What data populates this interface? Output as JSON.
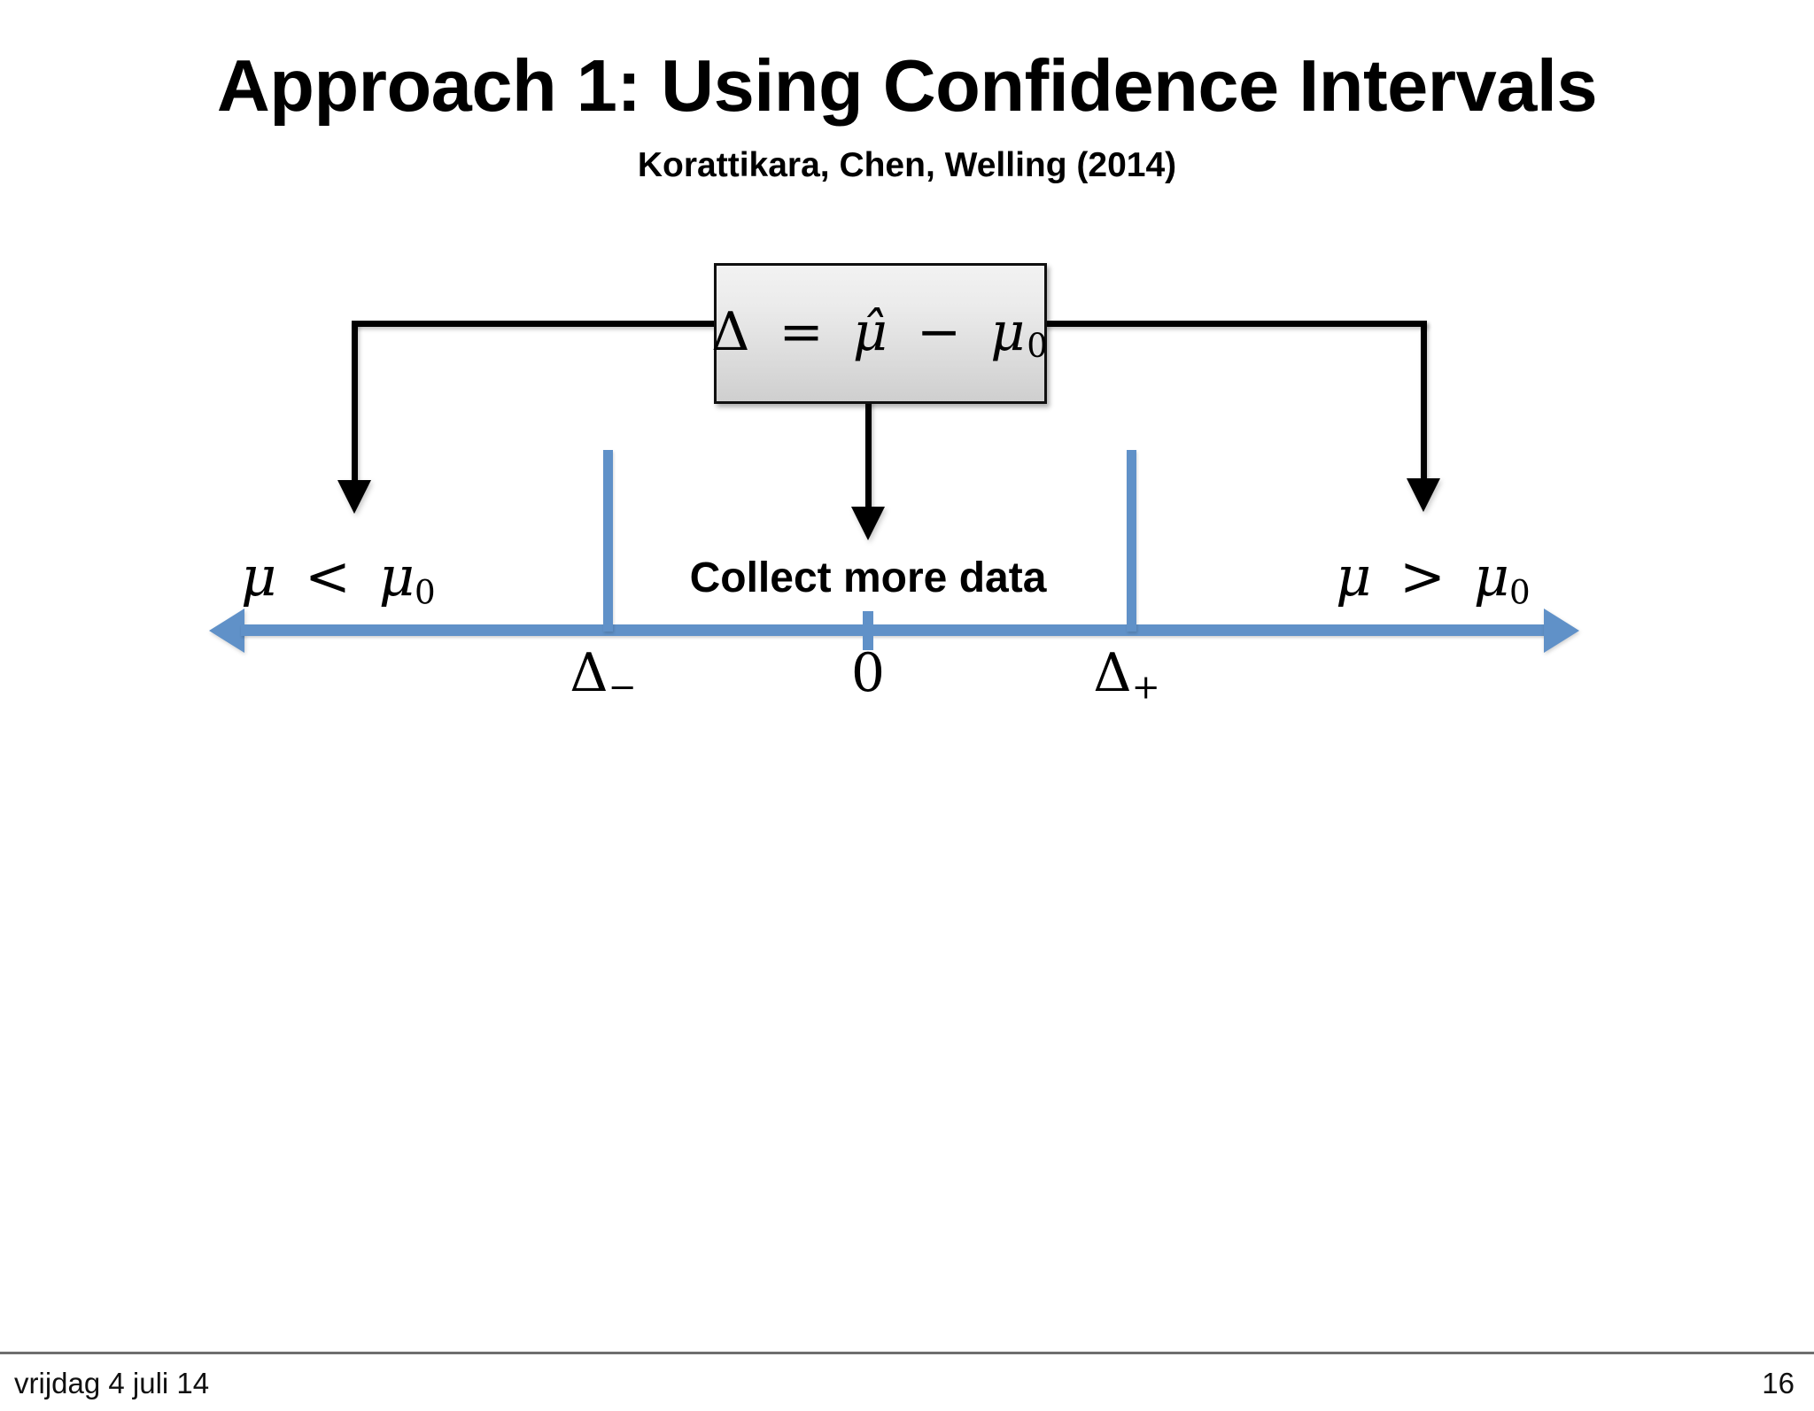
{
  "slide": {
    "title": "Approach 1: Using Confidence Intervals",
    "subtitle": "Korattikara, Chen, Welling (2014)",
    "page_number": "16",
    "footer_date": "vrijdag 4 juli 14",
    "background_color": "#ffffff"
  },
  "formula_box": {
    "lhs": "Δ",
    "equals": "=",
    "mu_hat": "μ̂",
    "minus": "−",
    "mu": "μ",
    "mu_sub": "0",
    "full_text": "Δ = μ̂ − μ0",
    "border_color": "#101010",
    "fill_top": "#f2f2f2",
    "fill_bottom": "#cfcfcf"
  },
  "number_line": {
    "axis_color": "#6091C8",
    "left_arrow": "left-arrowhead",
    "right_arrow": "right-arrowhead",
    "ticks": [
      {
        "label_base": "Δ",
        "label_sub": "−",
        "name": "delta-minus"
      },
      {
        "label_base": "0",
        "label_sub": "",
        "name": "zero"
      },
      {
        "label_base": "Δ",
        "label_sub": "+",
        "name": "delta-plus"
      }
    ]
  },
  "regions": {
    "left": {
      "mu": "μ",
      "rel": "<",
      "mu0": "μ",
      "mu0_sub": "0",
      "full_text": "μ < μ0"
    },
    "center": {
      "text": "Collect more data"
    },
    "right": {
      "mu": "μ",
      "rel": ">",
      "mu0": "μ",
      "mu0_sub": "0",
      "full_text": "μ > μ0"
    }
  },
  "connectors": {
    "left_branch": "elbow-left-down-arrow",
    "center_branch": "straight-down-arrow",
    "right_branch": "elbow-right-down-arrow"
  }
}
